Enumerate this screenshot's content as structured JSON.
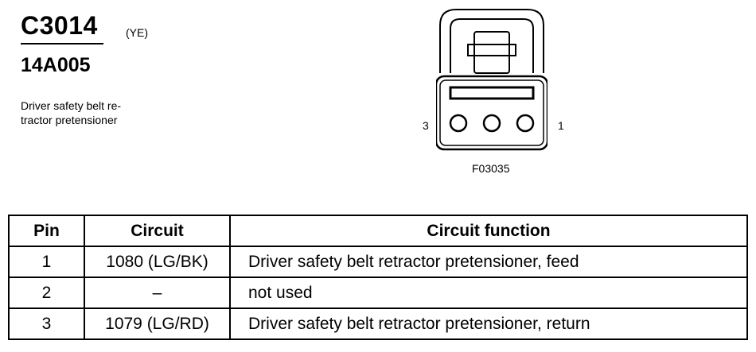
{
  "connector": {
    "id": "C3014",
    "color": "(YE)",
    "part_number": "14A005",
    "description_lines": [
      "Driver safety belt re-",
      "tractor pretensioner"
    ],
    "pin_label_left": "3",
    "pin_label_right": "1",
    "figure_id": "F03035"
  },
  "table": {
    "headers": [
      "Pin",
      "Circuit",
      "Circuit function"
    ],
    "rows": [
      {
        "pin": "1",
        "circuit": "1080 (LG/BK)",
        "function": "Driver safety belt retractor pretensioner, feed"
      },
      {
        "pin": "2",
        "circuit": "–",
        "function": "not used"
      },
      {
        "pin": "3",
        "circuit": "1079 (LG/RD)",
        "function": "Driver safety belt retractor pretensioner, return"
      }
    ]
  }
}
